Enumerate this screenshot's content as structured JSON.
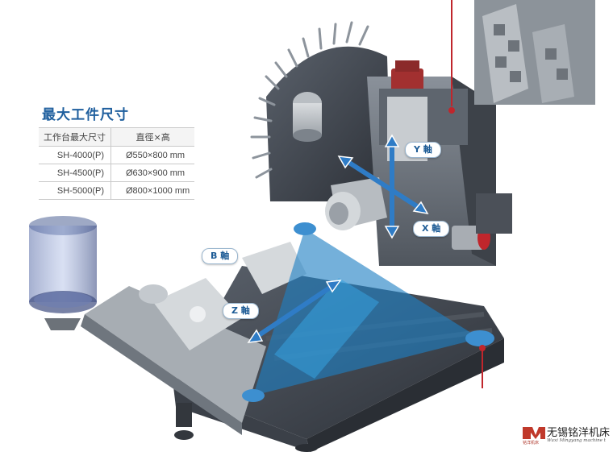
{
  "spec": {
    "title": "最大工件尺寸",
    "header_table": "工作台最大尺寸",
    "header_dim": "直徑×高",
    "rows": [
      {
        "model": "SH-4000(P)",
        "dim": "Ø550×800 mm"
      },
      {
        "model": "SH-4500(P)",
        "dim": "Ø630×900 mm"
      },
      {
        "model": "SH-5000(P)",
        "dim": "Ø800×1000 mm"
      }
    ]
  },
  "axes": {
    "y": "Y 軸",
    "x": "X 軸",
    "b": "B 軸",
    "z": "Z 軸"
  },
  "brand": {
    "name": "无锡铭洋机床",
    "english": "Wuxi Mingyang machine t",
    "logo_small_text": "铭洋机床"
  },
  "colors": {
    "machine_dark": "#3a3f47",
    "machine_mid": "#6a717b",
    "envelope_blue": "#1f7fc4",
    "arrow_blue": "#2f7cc6",
    "accent_red": "#c0262c",
    "title_blue": "#1f5f9e"
  }
}
